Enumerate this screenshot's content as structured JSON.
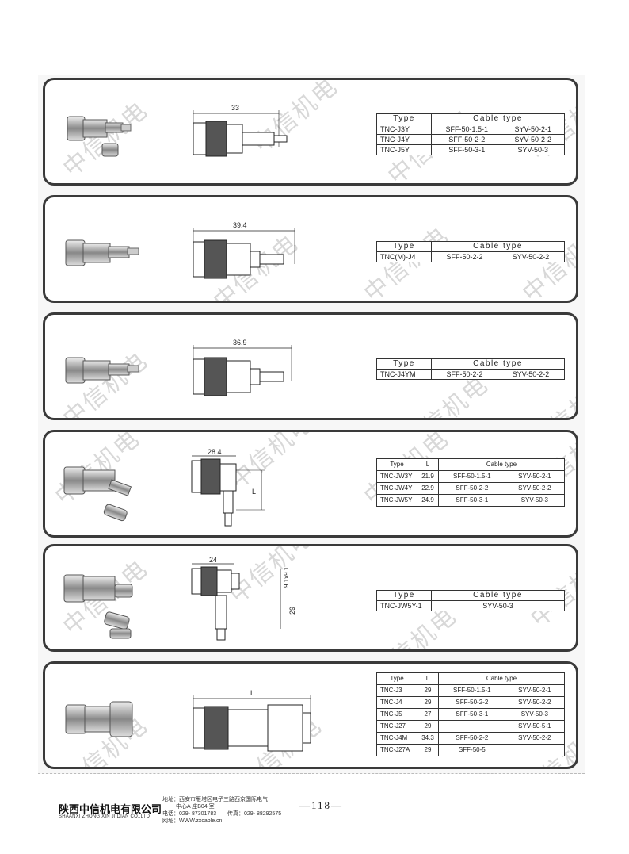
{
  "watermark": "中信机电",
  "products": [
    {
      "dimension": "33",
      "table": {
        "headers": [
          "Type",
          "Cable type"
        ],
        "rows": [
          [
            "TNC-J3Y",
            "SFF-50-1.5-1",
            "SYV-50-2-1"
          ],
          [
            "TNC-J4Y",
            "SFF-50-2-2",
            "SYV-50-2-2"
          ],
          [
            "TNC-J5Y",
            "SFF-50-3-1",
            "SYV-50-3"
          ]
        ]
      }
    },
    {
      "dimension": "39.4",
      "table": {
        "headers": [
          "Type",
          "Cable type"
        ],
        "rows": [
          [
            "TNC(M)-J4",
            "SFF-50-2-2",
            "SYV-50-2-2"
          ]
        ]
      }
    },
    {
      "dimension": "36.9",
      "table": {
        "headers": [
          "Type",
          "Cable type"
        ],
        "rows": [
          [
            "TNC-J4YM",
            "SFF-50-2-2",
            "SYV-50-2-2"
          ]
        ]
      }
    },
    {
      "dimension": "28.4",
      "dimension_v": "L",
      "table": {
        "headers": [
          "Type",
          "L",
          "Cable type"
        ],
        "rows": [
          [
            "TNC-JW3Y",
            "21.9",
            "SFF-50-1.5-1",
            "SYV-50-2-1"
          ],
          [
            "TNC-JW4Y",
            "22.9",
            "SFF-50-2-2",
            "SYV-50-2-2"
          ],
          [
            "TNC-JW5Y",
            "24.9",
            "SFF-50-3-1",
            "SYV-50-3"
          ]
        ]
      }
    },
    {
      "dimension": "24",
      "dimension_v": "29",
      "dimension_v2": "9.1x9.1",
      "table": {
        "headers": [
          "Type",
          "Cable type"
        ],
        "rows": [
          [
            "TNC-JW5Y-1",
            "SYV-50-3"
          ]
        ]
      }
    },
    {
      "dimension": "L",
      "table": {
        "headers": [
          "Type",
          "L",
          "Cable type"
        ],
        "rows": [
          [
            "TNC-J3",
            "29",
            "SFF-50-1.5-1",
            "SYV-50-2-1"
          ],
          [
            "TNC-J4",
            "29",
            "SFF-50-2-2",
            "SYV-50-2-2"
          ],
          [
            "TNC-J5",
            "27",
            "SFF-50-3-1",
            "SYV-50-3"
          ],
          [
            "TNC-J27",
            "29",
            "",
            "SYV-50-5-1"
          ],
          [
            "TNC-J4M",
            "34.3",
            "SFF-50-2-2",
            "SYV-50-2-2"
          ],
          [
            "TNC-J27A",
            "29",
            "SFF-50-5",
            ""
          ]
        ]
      }
    }
  ],
  "footer": {
    "company_cn": "陕西中信机电有限公司",
    "company_en": "SHAANXI ZHONG XIN JI DIAN CO.,LTD",
    "address": "地址：西安市雁塔区电子三路西京国际电气",
    "address2": "中心A 座B04 室",
    "phone": "电话：029- 87301783",
    "fax": "传真：029- 88292575",
    "website": "网址：WWW.zxcable.cn",
    "page": "—118—"
  }
}
